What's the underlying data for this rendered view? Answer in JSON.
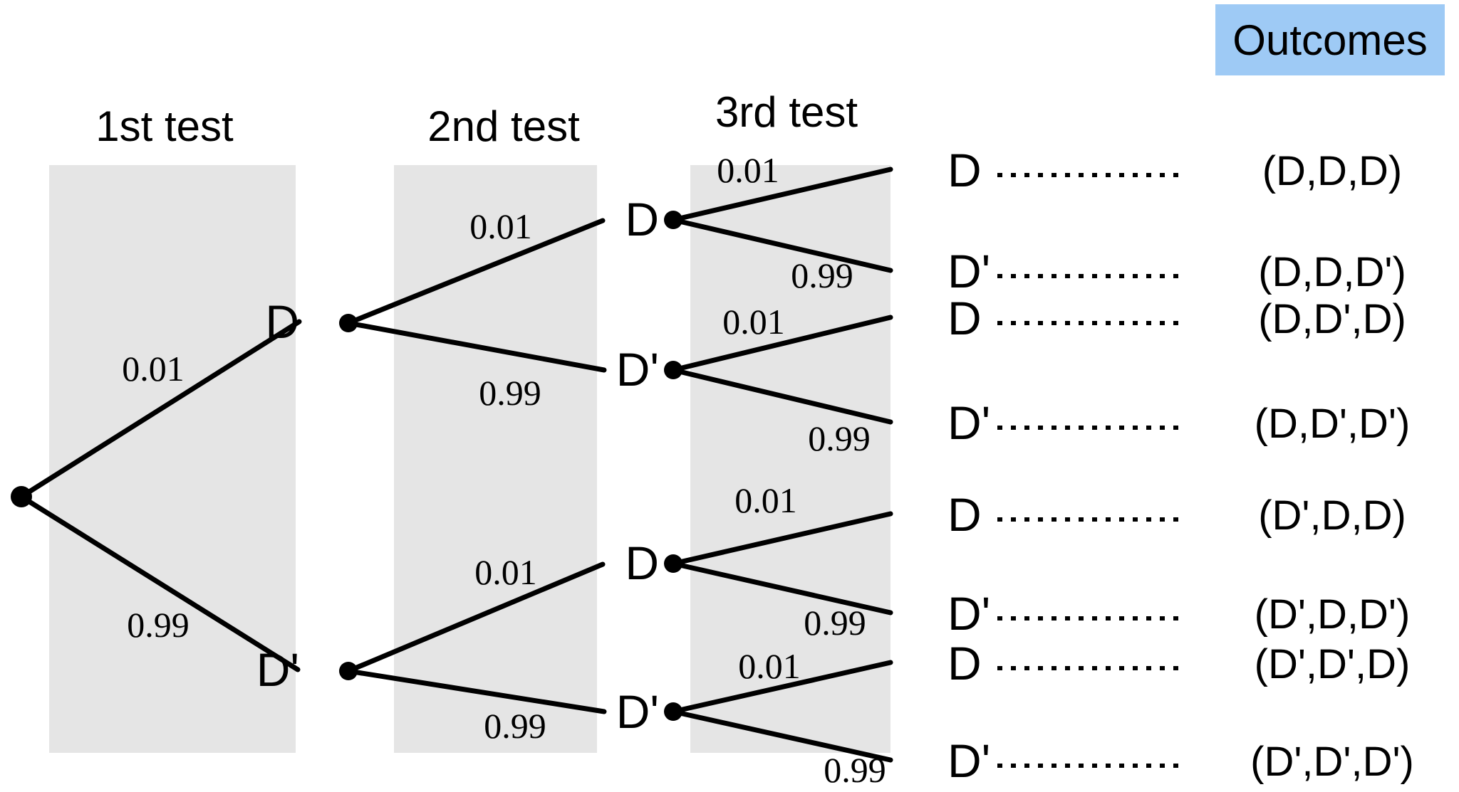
{
  "colors": {
    "band": "#e5e5e5",
    "outcomes_highlight": "#9ecaf5",
    "ink": "#000000",
    "background": "#ffffff"
  },
  "headers": {
    "col1": "1st test",
    "col2": "2nd test",
    "col3": "3rd test",
    "outcomes": "Outcomes"
  },
  "tree": {
    "level1": [
      {
        "label": "D",
        "probability": "0.01"
      },
      {
        "label": "D'",
        "probability": "0.99"
      }
    ],
    "level2": [
      {
        "label": "D",
        "probability": "0.01"
      },
      {
        "label": "D'",
        "probability": "0.99"
      },
      {
        "label": "D",
        "probability": "0.01"
      },
      {
        "label": "D'",
        "probability": "0.99"
      }
    ],
    "level3_probabilities": [
      "0.01",
      "0.99",
      "0.01",
      "0.99",
      "0.01",
      "0.99",
      "0.01",
      "0.99"
    ],
    "leaves": [
      {
        "label": "D",
        "outcome": "(D,D,D)"
      },
      {
        "label": "D'",
        "outcome": "(D,D,D')"
      },
      {
        "label": "D",
        "outcome": "(D,D',D)"
      },
      {
        "label": "D'",
        "outcome": "(D,D',D')"
      },
      {
        "label": "D",
        "outcome": "(D',D,D)"
      },
      {
        "label": "D'",
        "outcome": "(D',D,D')"
      },
      {
        "label": "D",
        "outcome": "(D',D',D)"
      },
      {
        "label": "D'",
        "outcome": "(D',D',D')"
      }
    ]
  }
}
